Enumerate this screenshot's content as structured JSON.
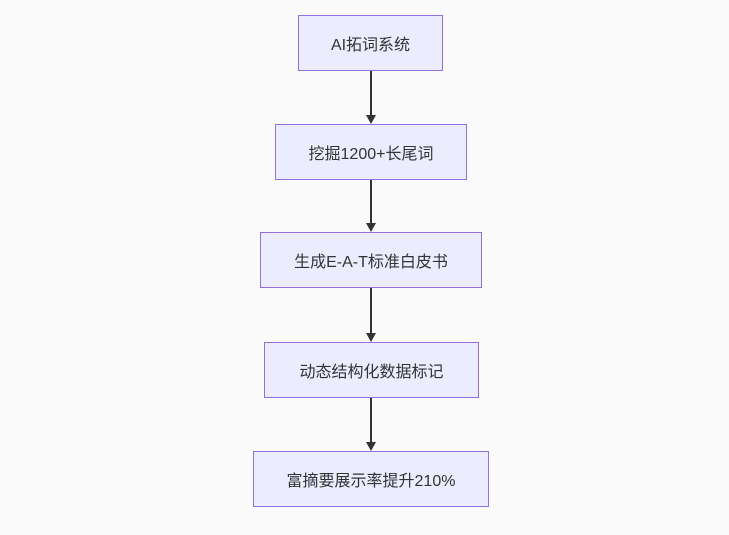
{
  "page": {
    "background_color": "#fafafa"
  },
  "flowchart": {
    "type": "flowchart",
    "direction": "top-down",
    "node_fill_color": "#ECECFF",
    "node_border_color": "#9370DB",
    "text_color": "#333333",
    "arrow_color": "#333333",
    "nodes": [
      {
        "id": "node-1",
        "label": "AI拓词系统"
      },
      {
        "id": "node-2",
        "label": "挖掘1200+长尾词"
      },
      {
        "id": "node-3",
        "label": "生成E-A-T标准白皮书"
      },
      {
        "id": "node-4",
        "label": "动态结构化数据标记"
      },
      {
        "id": "node-5",
        "label": "富摘要展示率提升210%"
      }
    ],
    "edges": [
      {
        "from": "node-1",
        "to": "node-2"
      },
      {
        "from": "node-2",
        "to": "node-3"
      },
      {
        "from": "node-3",
        "to": "node-4"
      },
      {
        "from": "node-4",
        "to": "node-5"
      }
    ]
  }
}
